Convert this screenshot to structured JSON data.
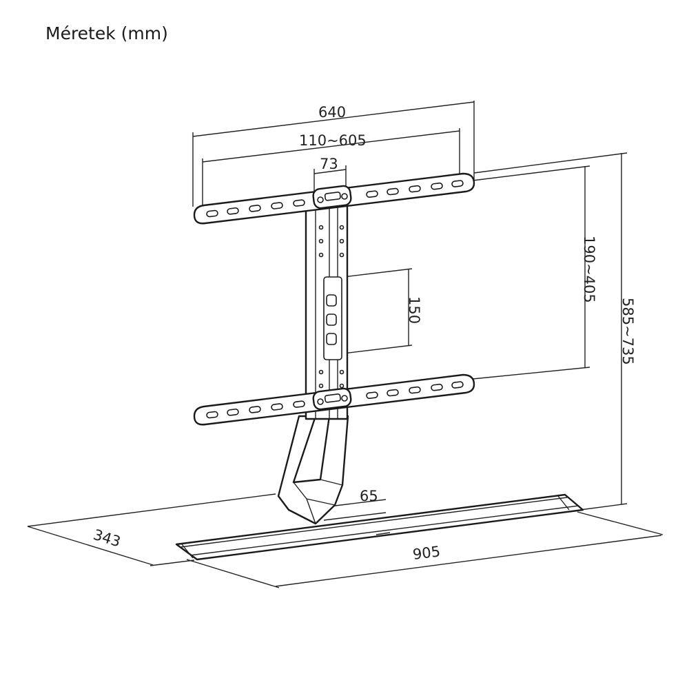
{
  "title": "Méretek (mm)",
  "dimensions": {
    "width_640": "640",
    "width_110_605": "110~605",
    "width_73": "73",
    "height_150": "150",
    "height_190_405": "190~405",
    "height_585_735": "585~735",
    "neck_65": "65",
    "depth_343": "343",
    "base_905": "905"
  },
  "colors": {
    "line": "#1a1a1a",
    "background": "#ffffff"
  }
}
